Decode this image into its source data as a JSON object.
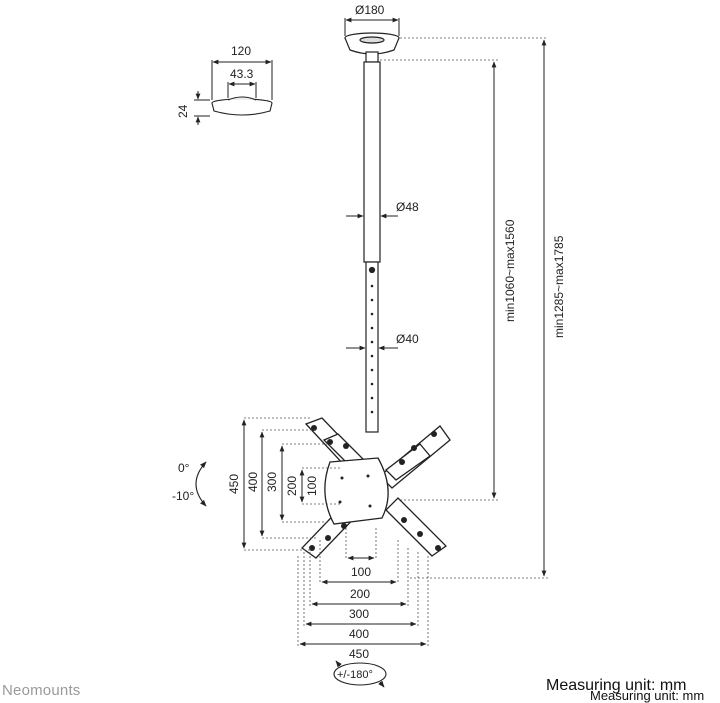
{
  "dimensions": {
    "plate_diameter": "Ø180",
    "base_width": "120",
    "base_inner": "43.3",
    "base_height": "24",
    "upper_tube_diameter": "Ø48",
    "lower_tube_diameter": "Ø40",
    "height_range_inner": "min1060~max1560",
    "height_range_outer": "min1285~max1785",
    "vertical_100": "100",
    "vertical_200": "200",
    "vertical_300": "300",
    "vertical_400": "400",
    "vertical_450": "450",
    "horizontal_100": "100",
    "horizontal_200": "200",
    "horizontal_300": "300",
    "horizontal_400": "400",
    "horizontal_450": "450",
    "tilt_top": "0°",
    "tilt_bottom": "-10°",
    "rotation": "+/-180°"
  },
  "footer": {
    "brand": "Neomounts",
    "unit_label": "Measuring unit: mm",
    "unit_label_overlap": "Measuring unit: mm"
  },
  "colors": {
    "line": "#222222",
    "dash": "#555555",
    "brand": "#9a9a9a"
  }
}
